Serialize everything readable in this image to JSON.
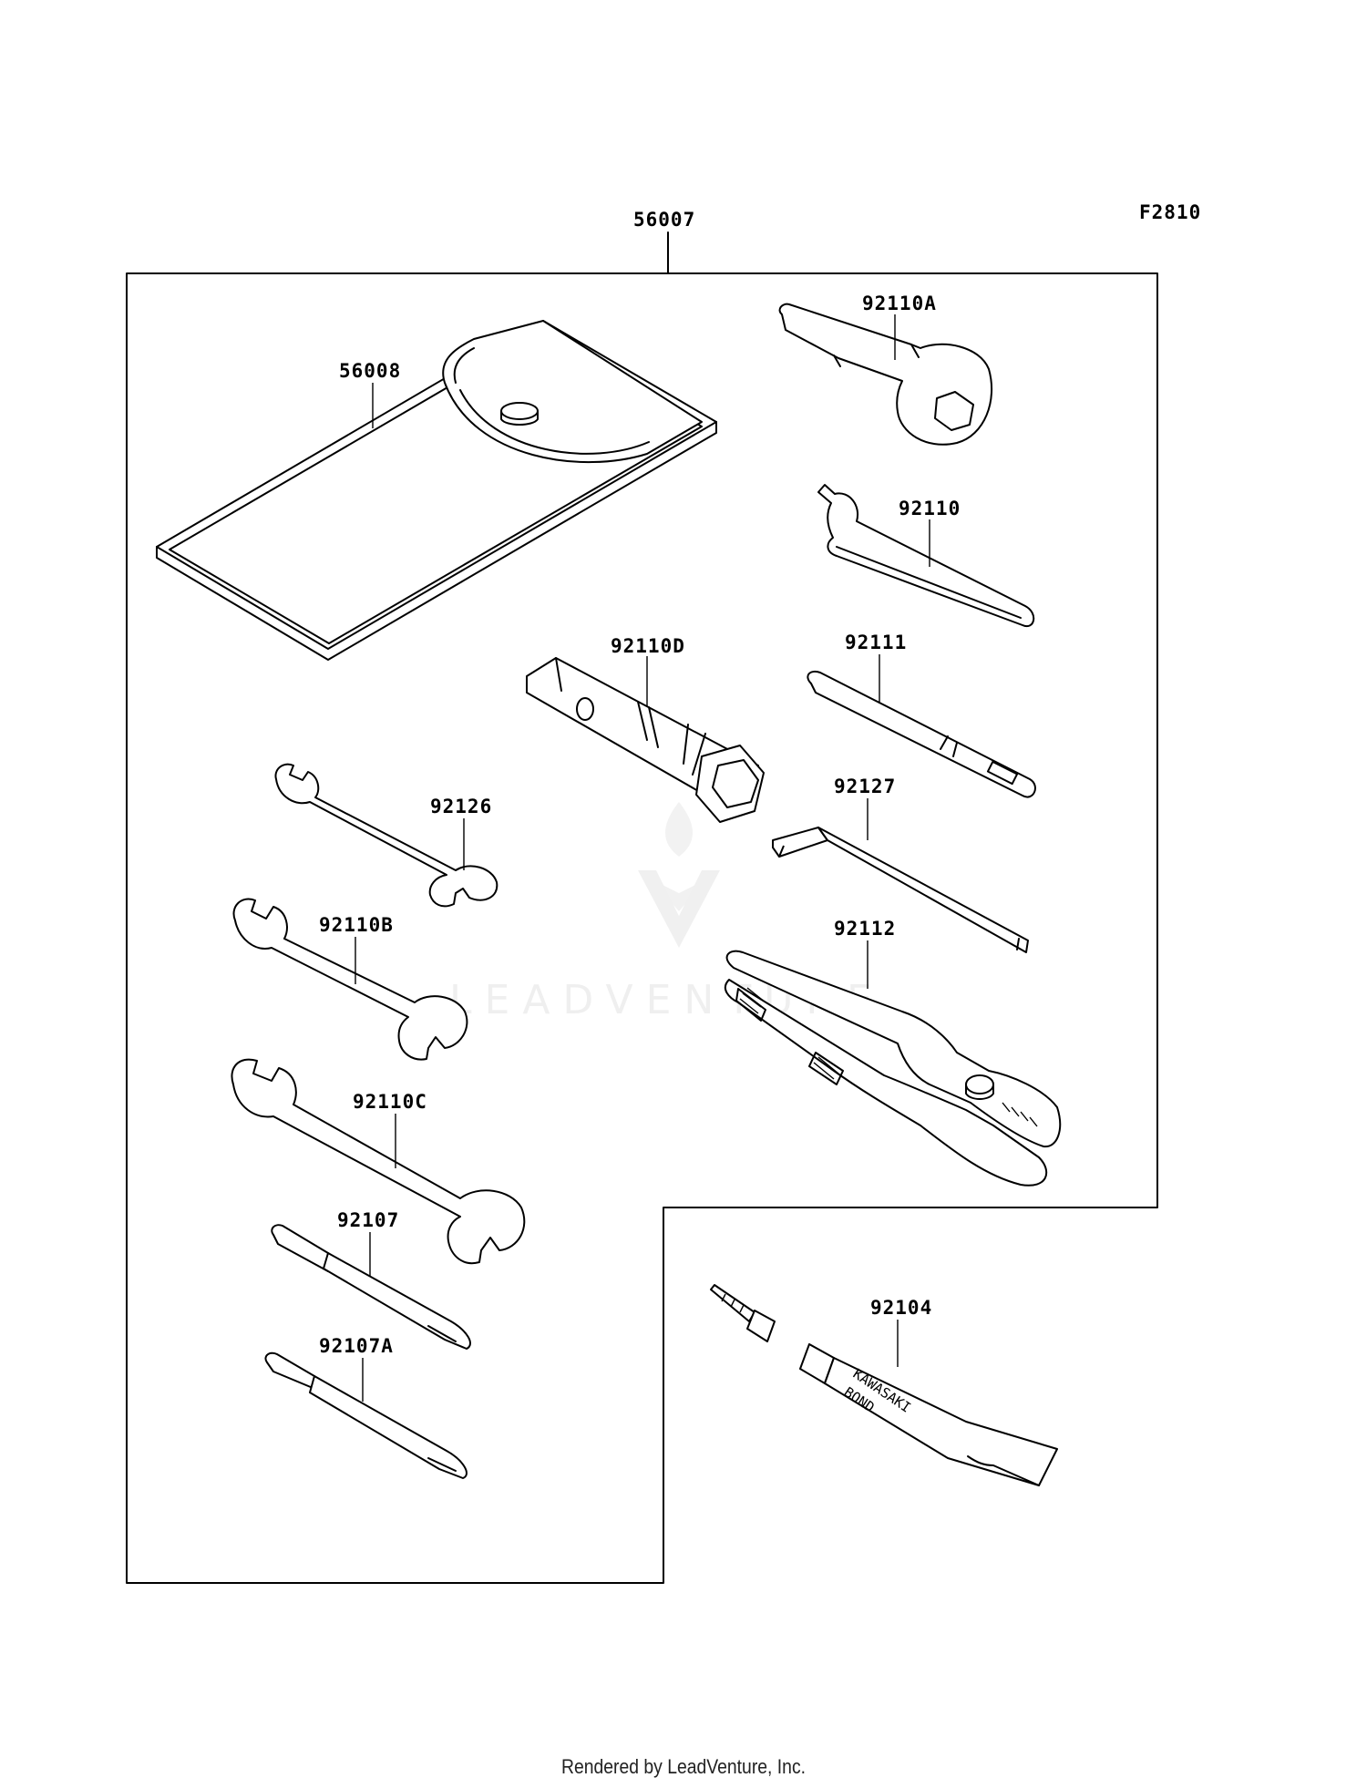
{
  "figure_code": "F2810",
  "footer": "Rendered by LeadVenture, Inc.",
  "watermark": "LEADVENTURE",
  "tube_print": [
    "KAWASAKI",
    "BOND"
  ],
  "callouts": {
    "kit": "56007",
    "case": "56008",
    "ring_wrench": "92110A",
    "hook_wrench": "92110",
    "plug_wrench": "92110D",
    "bar": "92111",
    "hex_key": "92127",
    "wrench_small": "92126",
    "wrench_medium": "92110B",
    "pliers": "92112",
    "wrench_large": "92110C",
    "screwdriver": "92107",
    "screwdriver_a": "92107A",
    "bond": "92104"
  }
}
